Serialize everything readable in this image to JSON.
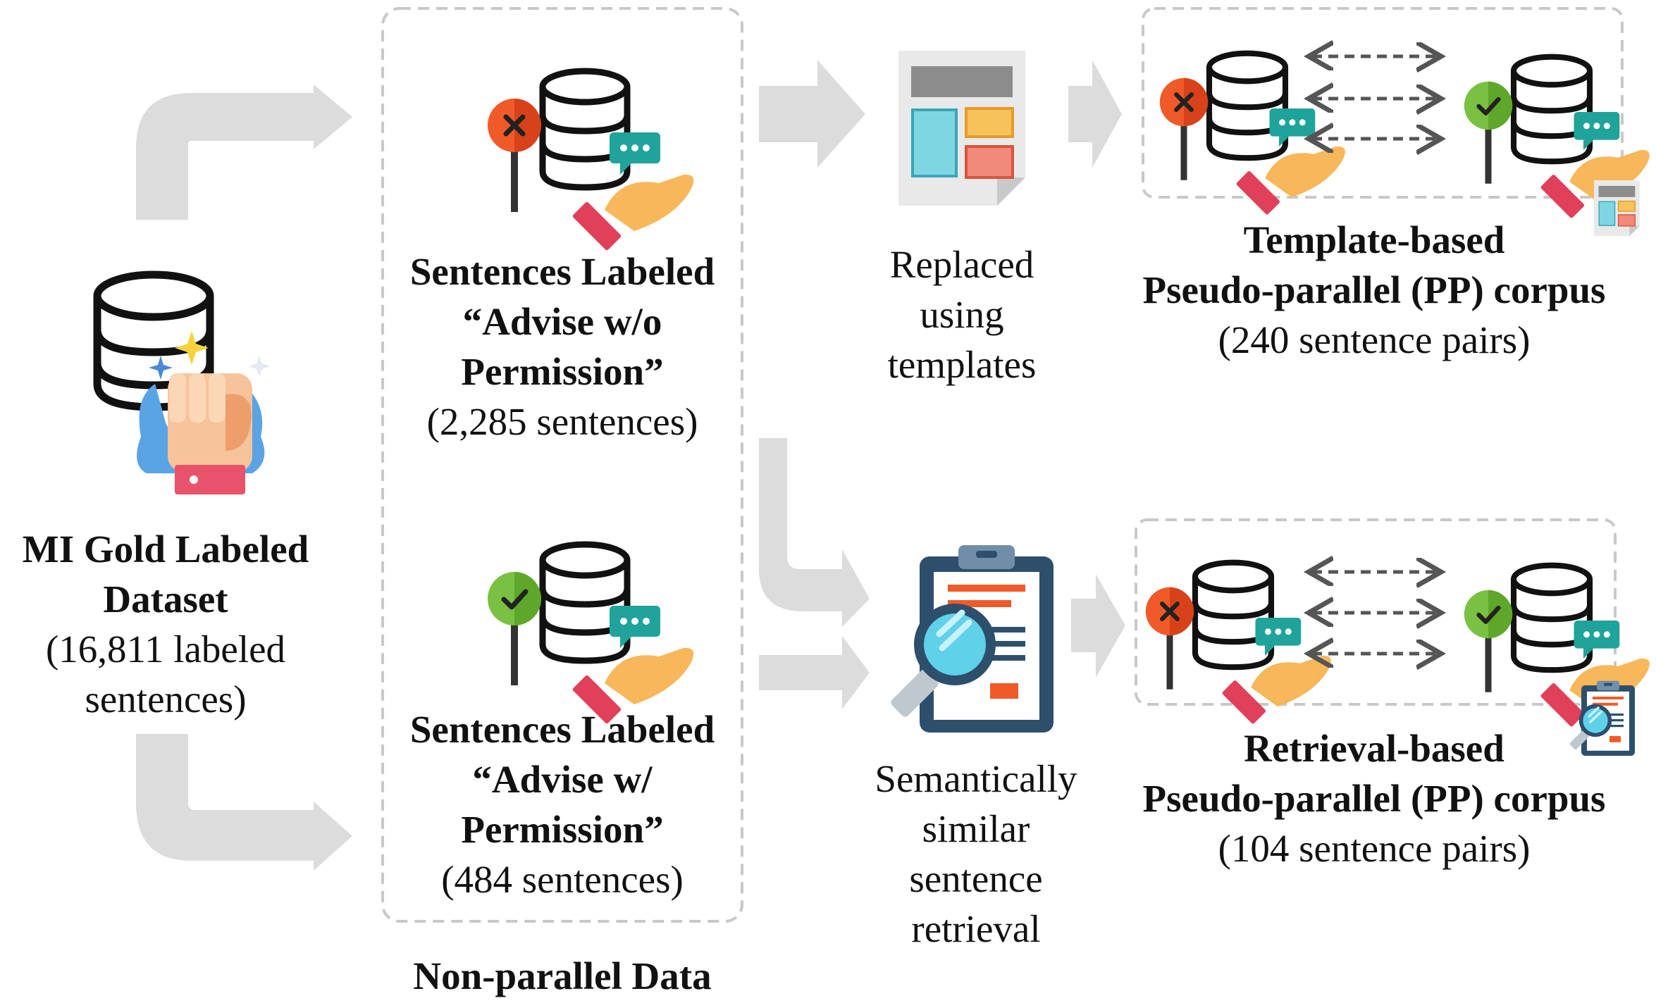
{
  "source": {
    "title_lines": [
      "MI Gold Labeled",
      "Dataset"
    ],
    "count_lines": [
      "(16,811 labeled",
      "sentences)"
    ]
  },
  "group_without": {
    "title_lines": [
      "Sentences Labeled",
      "“Advise w/o",
      "Permission”"
    ],
    "count_line": "(2,285 sentences)"
  },
  "group_with": {
    "title_lines": [
      "Sentences Labeled",
      "“Advise w/",
      "Permission”"
    ],
    "count_line": "(484 sentences)"
  },
  "non_parallel_caption": "Non-parallel Data",
  "template_step": {
    "lines": [
      "Replaced",
      "using",
      "templates"
    ]
  },
  "retrieval_step": {
    "lines": [
      "Semantically",
      "similar",
      "sentence",
      "retrieval"
    ]
  },
  "template_corpus": {
    "title_lines": [
      "Template-based",
      "Pseudo-parallel (PP) corpus"
    ],
    "count_line": "(240 sentence pairs)"
  },
  "retrieval_corpus": {
    "title_lines": [
      "Retrieval-based",
      "Pseudo-parallel (PP) corpus"
    ],
    "count_line": "(104 sentence pairs)"
  },
  "icons": {
    "source": "database-fist-icon",
    "without": "database-reject-icon",
    "with": "database-accept-icon",
    "template": "template-document-icon",
    "retrieval": "clipboard-magnifier-icon"
  },
  "colors": {
    "arrow": "#dcdcdc",
    "reject": "#f05a28",
    "accept": "#7ac143",
    "chat": "#1fa39a",
    "hand": "#f7b75a",
    "cuff": "#e0405a",
    "dashed_border": "#c8c8c8"
  }
}
